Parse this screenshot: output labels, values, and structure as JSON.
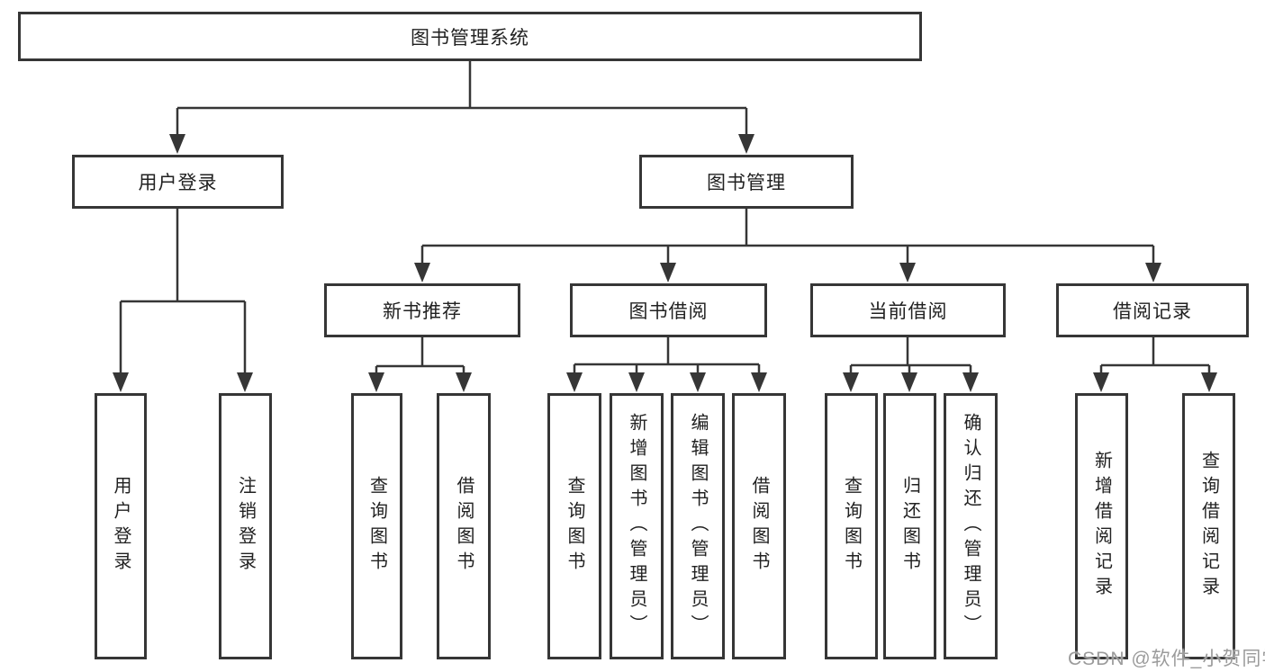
{
  "diagram": {
    "root": {
      "label": "图书管理系统"
    },
    "level2": {
      "user_login": {
        "label": "用户登录"
      },
      "book_mgmt": {
        "label": "图书管理"
      }
    },
    "level3": {
      "new_books": {
        "label": "新书推荐"
      },
      "borrowing": {
        "label": "图书借阅"
      },
      "current": {
        "label": "当前借阅"
      },
      "records": {
        "label": "借阅记录"
      }
    },
    "leaves": {
      "user_login": {
        "login": "用户登录",
        "logout": "注销登录"
      },
      "new_books": {
        "query": "查询图书",
        "borrow": "借阅图书"
      },
      "borrowing": {
        "query": "查询图书",
        "add": "新增图书（管理员）",
        "edit": "编辑图书（管理员）",
        "borrow": "借阅图书"
      },
      "current": {
        "query": "查询图书",
        "return": "归还图书",
        "confirm": "确认归还（管理员）"
      },
      "records": {
        "add": "新增借阅记录",
        "query": "查询借阅记录"
      }
    }
  },
  "watermark": {
    "text": "CSDN @软件_小贺同学"
  },
  "colors": {
    "line": "#363636",
    "border": "#363636",
    "text": "#212121",
    "watermark": "#9b9b9b",
    "background": "#ffffff"
  }
}
